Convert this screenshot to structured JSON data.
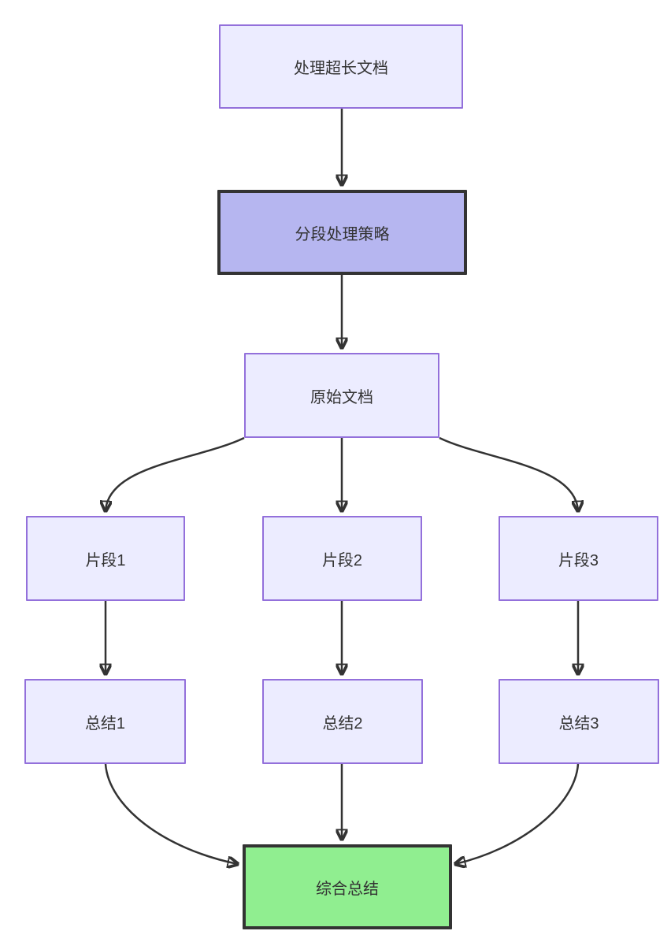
{
  "colors": {
    "background": "#ffffff",
    "node_fill": "#ECECFF",
    "node_border": "#9370DB",
    "emphasis_fill": "#B6B6F0",
    "emphasis_border": "#333333",
    "success_fill": "#90EE90",
    "success_border": "#333333",
    "edge": "#333333",
    "text": "#333333"
  },
  "diagram": {
    "type": "flowchart",
    "direction": "top-down",
    "nodes": [
      {
        "id": "A",
        "label": "处理超长文档",
        "style": "default"
      },
      {
        "id": "B",
        "label": "分段处理策略",
        "style": "emphasis"
      },
      {
        "id": "C",
        "label": "原始文档",
        "style": "default"
      },
      {
        "id": "D1",
        "label": "片段1",
        "style": "default"
      },
      {
        "id": "D2",
        "label": "片段2",
        "style": "default"
      },
      {
        "id": "D3",
        "label": "片段3",
        "style": "default"
      },
      {
        "id": "E1",
        "label": "总结1",
        "style": "default"
      },
      {
        "id": "E2",
        "label": "总结2",
        "style": "default"
      },
      {
        "id": "E3",
        "label": "总结3",
        "style": "default"
      },
      {
        "id": "F",
        "label": "综合总结",
        "style": "success"
      }
    ],
    "edges": [
      {
        "from": "A",
        "to": "B"
      },
      {
        "from": "B",
        "to": "C"
      },
      {
        "from": "C",
        "to": "D1"
      },
      {
        "from": "C",
        "to": "D2"
      },
      {
        "from": "C",
        "to": "D3"
      },
      {
        "from": "D1",
        "to": "E1"
      },
      {
        "from": "D2",
        "to": "E2"
      },
      {
        "from": "D3",
        "to": "E3"
      },
      {
        "from": "E1",
        "to": "F"
      },
      {
        "from": "E2",
        "to": "F"
      },
      {
        "from": "E3",
        "to": "F"
      }
    ]
  }
}
